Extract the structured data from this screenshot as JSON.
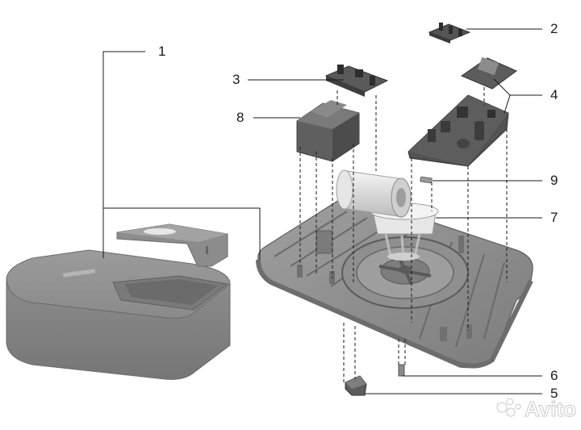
{
  "callouts": [
    "1",
    "2",
    "3",
    "4",
    "5",
    "6",
    "7",
    "8",
    "9"
  ],
  "watermark": {
    "brand": "Avito"
  },
  "colors": {
    "cover": "#8e8e8e",
    "base_plate": "#8a8a8a",
    "pcb": "#4a4a4a",
    "transformer": "#5a5a5a",
    "motor": "#e0e0e0",
    "line": "#1a1a1a"
  }
}
